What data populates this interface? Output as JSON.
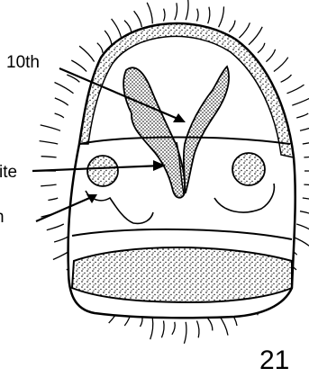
{
  "figure": {
    "labels": {
      "tenth": "10th",
      "ite": "ite",
      "h": "h"
    },
    "figure_number": "21"
  }
}
